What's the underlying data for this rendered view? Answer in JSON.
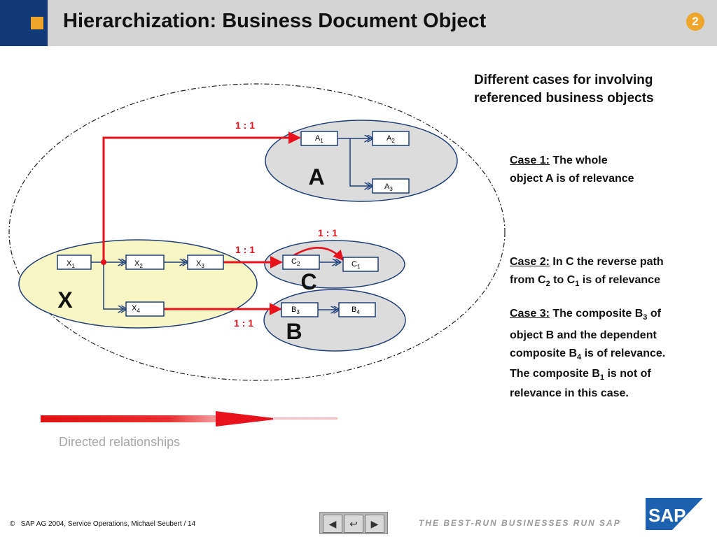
{
  "header": {
    "title": "Hierarchization: Business Document Object",
    "badge": "2",
    "colors": {
      "left_block": "#123a78",
      "accent": "#f0a62a",
      "bar": "#d4d4d4"
    }
  },
  "diagram": {
    "groups": {
      "a": "A",
      "c": "C",
      "b": "B",
      "x": "X"
    },
    "nodes": {
      "x1": {
        "base": "X",
        "sub": "1"
      },
      "x2": {
        "base": "X",
        "sub": "2"
      },
      "x3": {
        "base": "X",
        "sub": "3"
      },
      "x4": {
        "base": "X",
        "sub": "4"
      },
      "a1": {
        "base": "A",
        "sub": "1"
      },
      "a2": {
        "base": "A",
        "sub": "2"
      },
      "a3": {
        "base": "A",
        "sub": "3"
      },
      "c1": {
        "base": "C",
        "sub": "1"
      },
      "c2": {
        "base": "C",
        "sub": "2"
      },
      "b3": {
        "base": "B",
        "sub": "3"
      },
      "b4": {
        "base": "B",
        "sub": "4"
      }
    },
    "ratio_labels": {
      "a": "1 : 1",
      "c_top": "1 : 1",
      "c": "1 : 1",
      "b": "1 : 1"
    },
    "colors": {
      "relationship": "#e8121c",
      "composition": "#1f3f7a",
      "x_fill": "#f7f6c4",
      "group_fill": "#dcdcdc"
    }
  },
  "right_panel": {
    "heading_line1": "Different cases for involving",
    "heading_line2": "referenced business objects",
    "case1": {
      "label": "Case 1:",
      "text_line1": "The whole",
      "text_line2": "object A  is of relevance"
    },
    "case2": {
      "label": "Case 2:",
      "text_a": "In C the reverse path",
      "text_b": "from C",
      "sub1": "2",
      "text_c": " to C",
      "sub2": "1",
      "text_d": " is of relevance"
    },
    "case3": {
      "label": "Case 3:",
      "text_a": "The composite B",
      "sub1": "3",
      "text_b": " of",
      "line2": "object B and the dependent",
      "text_c": "composite B",
      "sub2": "4",
      "text_d": " is of relevance.",
      "text_e": "The composite B",
      "sub3": "1",
      "text_f": " is not of",
      "line5": "relevance in this case."
    }
  },
  "legend": {
    "directed_label": "Directed relationships"
  },
  "footer": {
    "copyright_symbol": "©",
    "text": "SAP AG 2004, Service Operations, Michael Seubert / 14",
    "tagline": "THE BEST-RUN BUSINESSES RUN SAP",
    "logo_text": "SAP",
    "nav_icons": [
      "first-page-icon",
      "return-icon",
      "next-page-icon"
    ]
  }
}
